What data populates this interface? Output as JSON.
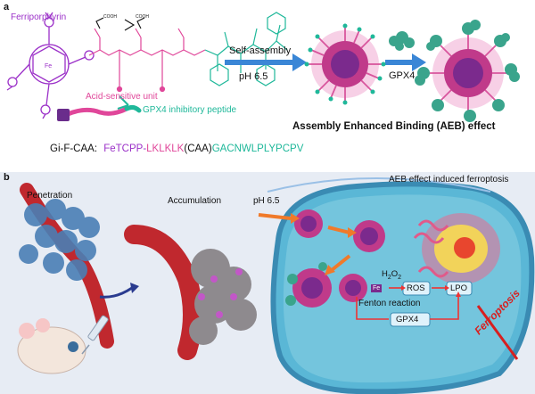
{
  "panel_a": {
    "label": "a",
    "ferriporphyrin_label": "Ferriporphyrin",
    "acid_unit_label": "Acid-sensitive unit",
    "peptide_label": "GPX4 inhibitory peptide",
    "self_assembly_label": "Self-assembly",
    "ph_label": "pH 6.5",
    "gpx4_label": "GPX4",
    "aeb_caption": "Assembly Enhanced Binding (AEB) effect",
    "sequence": {
      "prefix": "Gi-F-CAA:",
      "fetcpp": "FeTCPP-",
      "lklklk": "LKLKLK",
      "open": "(",
      "caa": "CAA",
      "close": ")",
      "peptide": "GACNWLPLYPCPV"
    },
    "colors": {
      "purple": "#9b30c8",
      "pink": "#e0479a",
      "teal": "#1fb89a",
      "black": "#111111"
    }
  },
  "panel_b": {
    "label": "b",
    "penetration_label": "Penetration",
    "accumulation_label": "Accumulation",
    "ph_label": "pH 6.5",
    "aeb_ferroptosis_label": "AEB effect induced ferroptosis",
    "h2o2_label": "H",
    "h2o2_sub1": "2",
    "h2o2_o": "O",
    "h2o2_sub2": "2",
    "fe_label": "Fe",
    "ros_label": "ROS",
    "lpo_label": "LPO",
    "fenton_label": "Fenton reaction",
    "gpx4_label": "GPX4",
    "ferroptosis_label": "Ferroptosis"
  }
}
